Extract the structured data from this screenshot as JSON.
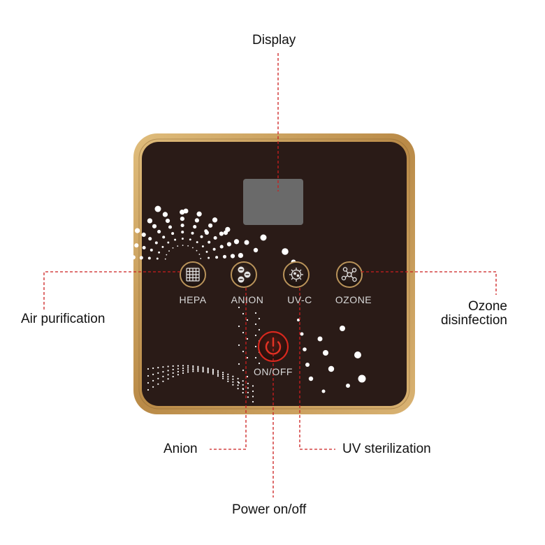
{
  "callouts": {
    "display": "Display",
    "air_purification": "Air purification",
    "ozone_line1": "Ozone",
    "ozone_line2": "disinfection",
    "anion": "Anion",
    "uv_sterilization": "UV sterilization",
    "power": "Power on/off"
  },
  "panel": {
    "buttons": [
      {
        "label": "HEPA",
        "icon": "grid-filter-icon"
      },
      {
        "label": "ANION",
        "icon": "anion-icon"
      },
      {
        "label": "UV-C",
        "icon": "virus-icon"
      },
      {
        "label": "OZONE",
        "icon": "molecule-icon"
      }
    ],
    "power_label": "ON/OFF",
    "power_icon": "power-icon"
  },
  "colors": {
    "frame": "#c69a56",
    "panel": "#2a1b17",
    "display": "#6a6a6a",
    "button_ring": "#b9935a",
    "power_red": "#d8281e",
    "leader": "#cc1e1e"
  }
}
